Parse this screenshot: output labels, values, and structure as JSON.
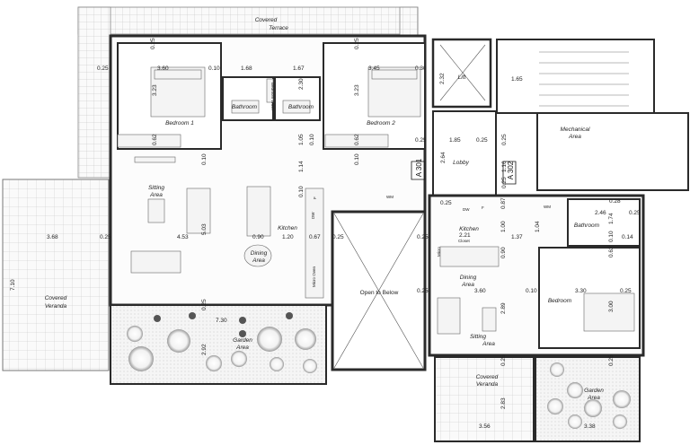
{
  "rooms": {
    "covered_terrace": [
      "Covered",
      "Terrace"
    ],
    "covered_veranda_left": [
      "Covered",
      "Veranda"
    ],
    "bedroom1": "Bedroom 1",
    "bathroom_a": "Bathroom",
    "bathroom_b": "Bathroom",
    "bedroom2": "Bedroom 2",
    "lift": "Lift",
    "mechanical_area": [
      "Mechanical",
      "Area"
    ],
    "lobby": "Lobby",
    "sitting_area_main": [
      "Sitting",
      "Area"
    ],
    "kitchen_main": "Kitchen",
    "dining_area_main": [
      "Dining",
      "Area"
    ],
    "garden_area_main": [
      "Garden",
      "Area"
    ],
    "open_to_below": "Open to Below",
    "kitchen_apt": "Kitchen",
    "bathroom_apt": "Bathroom",
    "dining_area_apt": [
      "Dining",
      "Area"
    ],
    "bedroom_apt": "Bedroom",
    "sitting_area_apt": [
      "Sitting",
      "Area"
    ],
    "covered_veranda_right": [
      "Covered",
      "Veranda"
    ],
    "garden_area_apt": [
      "Garden",
      "Area"
    ]
  },
  "tags": {
    "a301": "A 301",
    "a302": "A 302"
  },
  "fixtures": {
    "wm_main": "WM",
    "wm_apt": "WM",
    "dw_main": "DW",
    "dw_apt": "DW",
    "f_main": "F",
    "f_apt": "F",
    "micro_main": "Micro Oven",
    "micro_apt": "Micro",
    "closet_apt": "Closet",
    "linen": "Bedroom Wash"
  },
  "dims": {
    "d_025_top1": "0.25",
    "d_025_left_b1": "0.25",
    "d_360": "3.60",
    "d_010_a": "0.10",
    "d_168": "1.68",
    "d_167": "1.67",
    "d_025_top2": "0.25",
    "d_345": "3.45",
    "d_030": "0.30",
    "d_323_a": "3.23",
    "d_230": "2.30",
    "d_323_b": "3.23",
    "d_232": "2.32",
    "d_165": "1.65",
    "d_062_a": "0.62",
    "d_105": "1.05",
    "d_010_b": "0.10",
    "d_062_b": "0.62",
    "d_025_r1": "0.25",
    "d_185": "1.85",
    "d_025_lob": "0.25",
    "d_025_lob2": "0.25",
    "d_010_c": "0.10",
    "d_114": "1.14",
    "d_010_d": "0.10",
    "d_264": "2.64",
    "d_116": "1.16",
    "d_025_v": "0.25",
    "d_368": "3.68",
    "d_025_ver": "0.25",
    "d_453": "4.53",
    "d_503": "5.03",
    "d_090": "0.90",
    "d_120": "1.20",
    "d_067": "0.67",
    "d_025_otb": "0.25",
    "d_025_otb2": "0.25",
    "d_010_e": "0.10",
    "d_710": "7.10",
    "d_025_k": "0.25",
    "d_087": "0.87",
    "d_221": "2.21",
    "d_100": "1.00",
    "d_137": "1.37",
    "d_104": "1.04",
    "d_246": "2.46",
    "d_028": "0.28",
    "d_174": "1.74",
    "d_025_bath": "0.25",
    "d_010_f": "0.10",
    "d_014": "0.14",
    "d_062_c": "0.62",
    "d_090_b": "0.90",
    "d_360_b": "3.60",
    "d_010_g": "0.10",
    "d_330": "3.30",
    "d_025_bed": "0.25",
    "d_300": "3.00",
    "d_025_otb3": "0.25",
    "d_289": "2.89",
    "d_025_g": "0.25",
    "d_730": "7.30",
    "d_292": "2.92",
    "d_025_cv": "0.25",
    "d_025_ga": "0.25",
    "d_283": "2.83",
    "d_356": "3.56",
    "d_338": "3.38"
  }
}
